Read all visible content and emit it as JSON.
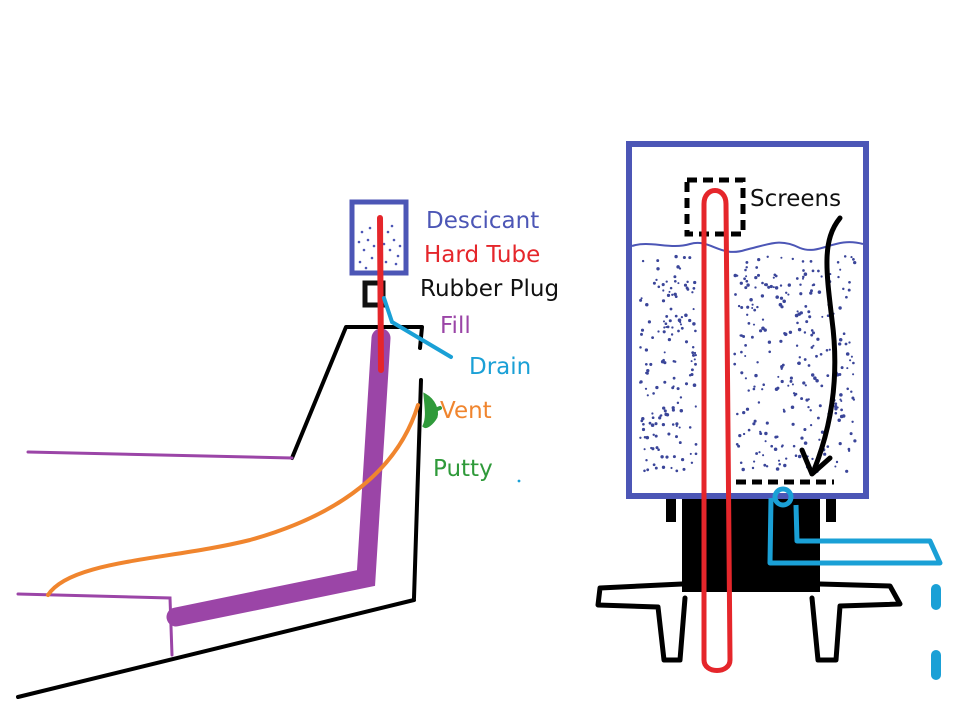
{
  "colors": {
    "desiccant": "#4c56b6",
    "hard_tube": "#e5262b",
    "rubber_plug": "#111111",
    "fill": "#9b45a7",
    "drain": "#1aa0d6",
    "vent": "#f0852e",
    "putty": "#2f9a3a",
    "structure": "#000000"
  },
  "labels": {
    "desiccant": "Descicant",
    "hard_tube": "Hard Tube",
    "rubber_plug": "Rubber Plug",
    "fill": "Fill",
    "drain": "Drain",
    "vent": "Vent",
    "putty": "Putty",
    "screens": "Screens"
  }
}
